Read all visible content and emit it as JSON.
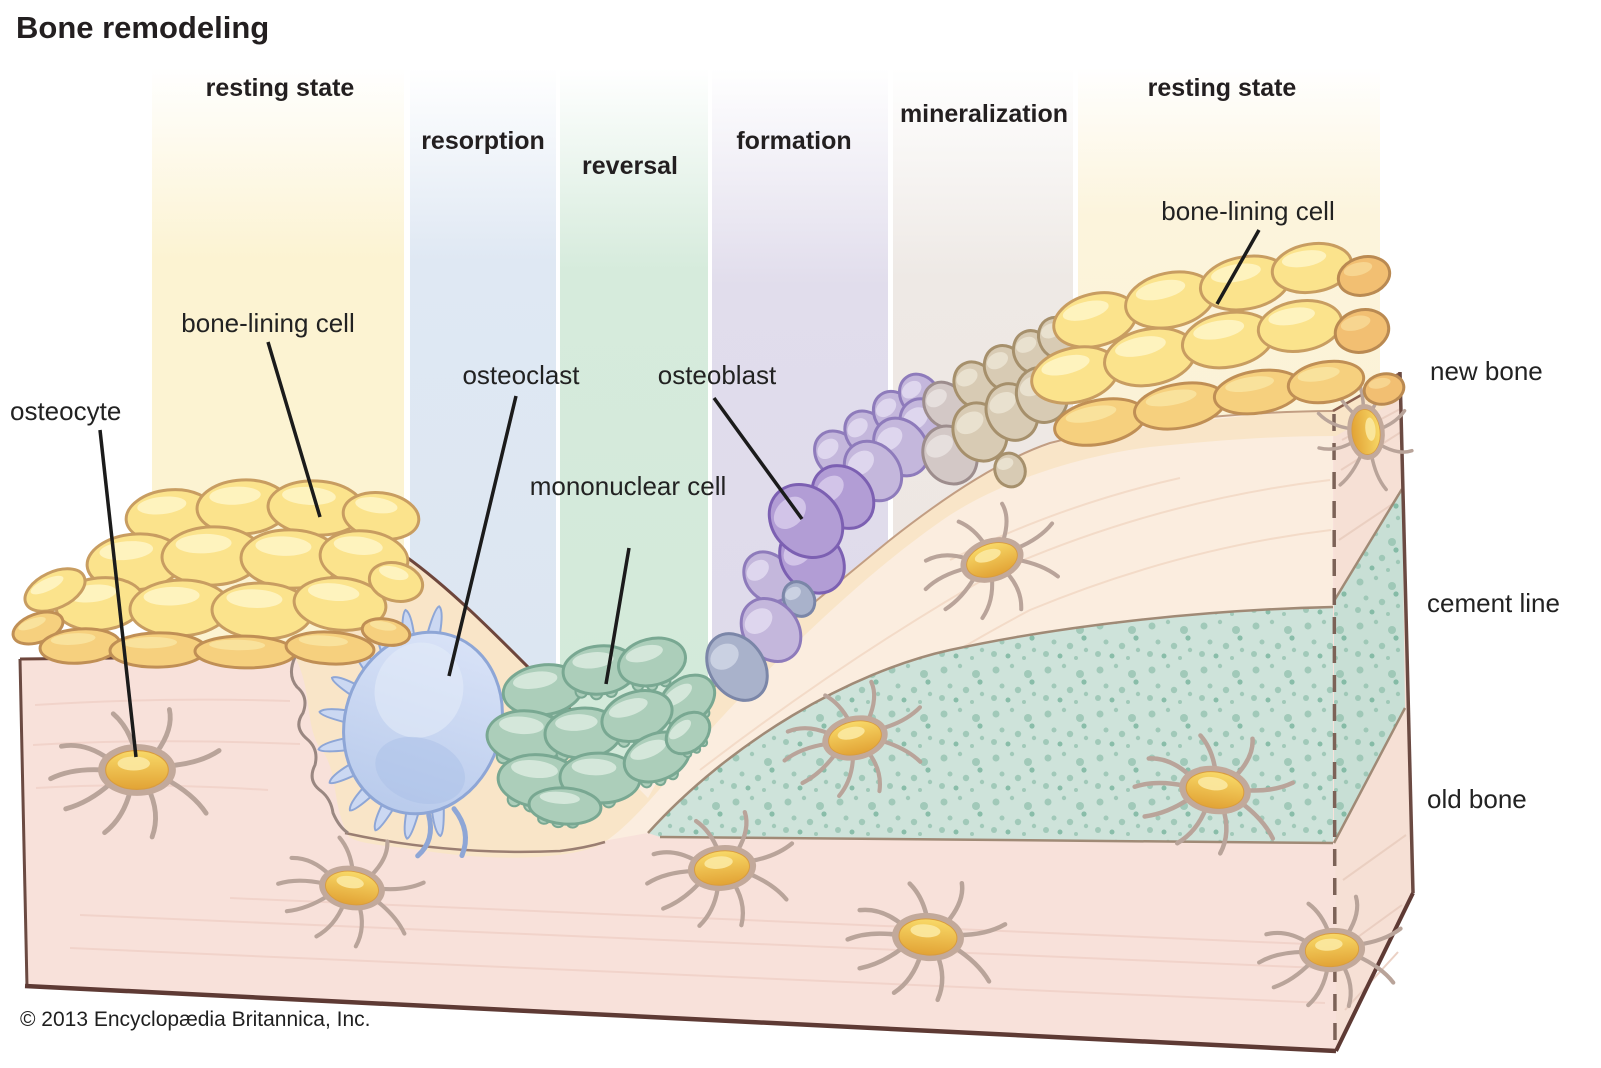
{
  "title": "Bone remodeling",
  "copyright": "© 2013 Encyclopædia Britannica, Inc.",
  "phases": [
    {
      "label": "resting state"
    },
    {
      "label": "resorption"
    },
    {
      "label": "reversal"
    },
    {
      "label": "formation"
    },
    {
      "label": "mineralization"
    },
    {
      "label": "resting state"
    }
  ],
  "annotations": {
    "bone_lining_cell_left": "bone-lining cell",
    "osteocyte": "osteocyte",
    "osteoclast": "osteoclast",
    "mononuclear_cell": "mononuclear cell",
    "osteoblast": "osteoblast",
    "bone_lining_cell_right": "bone-lining cell"
  },
  "layers": {
    "new_bone": "new bone",
    "cement_line": "cement line",
    "old_bone": "old bone"
  },
  "colors": {
    "band_resting": "#FCF3D2",
    "band_resorption": "#DFE8F3",
    "band_reversal": "#D6EBDC",
    "band_formation": "#E1DDEC",
    "band_mineralization": "#EEE9E5",
    "bone_pink": "#F8E1DA",
    "new_bone_cream": "#FBEDDF",
    "old_bone_teal": "#CEE3DA",
    "osteoid_peach": "#F9E5C8",
    "bone_lining_yellow": "#FBE38C",
    "osteoclast_blue": "#C5D2F0",
    "mononuclear_green": "#ACCEBA",
    "osteoblast_purple": "#B29DD5",
    "osteocyte_gold": "#F0BC4A"
  }
}
